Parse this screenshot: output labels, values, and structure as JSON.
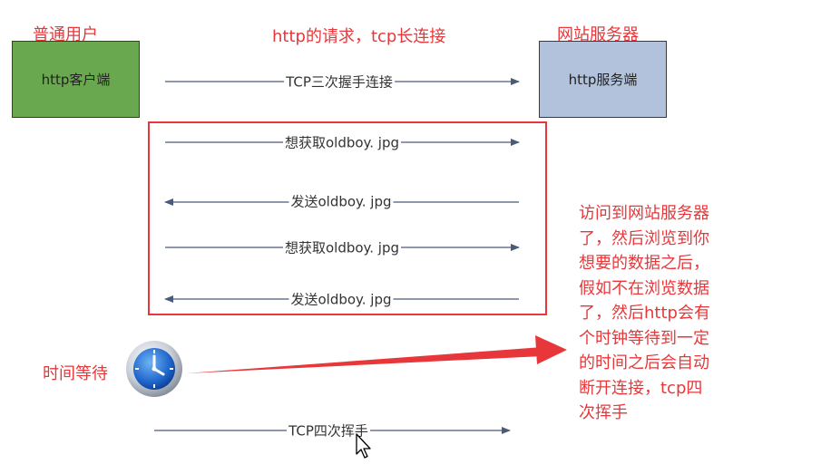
{
  "top_labels": {
    "client_role": "普通用户",
    "request_title": "http的请求，tcp长连接",
    "server_role": "网站服务器"
  },
  "boxes": {
    "client": "http客户端",
    "server": "http服务端"
  },
  "arrows": {
    "handshake": "TCP三次握手连接",
    "request_1": "想获取oldboy. jpg",
    "response_1": "发送oldboy. jpg",
    "request_2": "想获取oldboy. jpg",
    "response_2": "发送oldboy. jpg",
    "wave": "TCP四次挥手"
  },
  "wait_label": "时间等待",
  "note_lines": [
    "访问到网站服务器",
    "了，然后浏览到你",
    "想要的数据之后，",
    "假如不在浏览数据",
    "了，然后http会有",
    "个时钟等待到一定",
    "的时间之后会自动",
    "断开连接，tcp四",
    "次挥手"
  ],
  "icons": {
    "clock": "clock-icon",
    "cursor": "mouse-cursor-icon"
  },
  "colors": {
    "accent_red": "#e8373a",
    "client_fill": "#6aa84f",
    "server_fill": "#b2c2dc",
    "arrow_line": "#4a5a78"
  }
}
